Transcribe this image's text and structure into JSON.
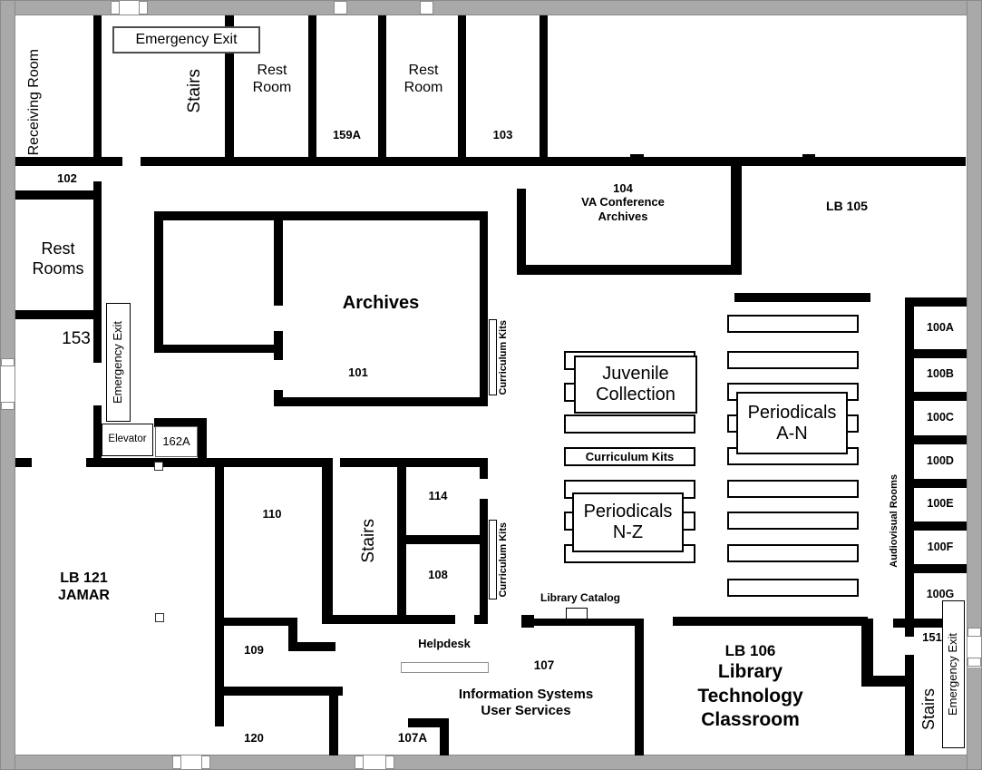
{
  "colors": {
    "wall": "#000000",
    "outer_border": "#a9a9a9",
    "background": "#ffffff"
  },
  "rooms": {
    "receiving_room": "Receiving Room",
    "r102": "102",
    "rest_rooms": "Rest Rooms",
    "r153": "153",
    "stairs_top": "Stairs",
    "rest_room_left": "Rest Room",
    "r159a": "159A",
    "rest_room_right": "Rest Room",
    "r103": "103",
    "r104": "104",
    "r104_name_1": "VA Conference",
    "r104_name_2": "Archives",
    "lb105": "LB 105",
    "archives": "Archives",
    "r101": "101",
    "elevator": "Elevator",
    "r162a": "162A",
    "lb121_1": "LB 121",
    "lb121_2": "JAMAR",
    "r110": "110",
    "r109": "109",
    "r120": "120",
    "stairs_mid": "Stairs",
    "r114": "114",
    "r108": "108",
    "r107": "107",
    "r107a": "107A",
    "info_1": "Information Systems",
    "info_2": "User Services",
    "lb106": "LB 106",
    "lb106_name": "Library Technology Classroom",
    "r151": "151",
    "stairs_br": "Stairs",
    "audiovisual": "Audiovisual Rooms",
    "r100a": "100A",
    "r100b": "100B",
    "r100c": "100C",
    "r100d": "100D",
    "r100e": "100E",
    "r100f": "100F",
    "r100g": "100G"
  },
  "features": {
    "emergency_exit_top": "Emergency Exit",
    "emergency_exit_left": "Emergency Exit",
    "emergency_exit_bottom": "Emergency Exit",
    "helpdesk": "Helpdesk",
    "library_catalog": "Library Catalog",
    "curriculum_kits_left": "Curriculum Kits",
    "curriculum_kits_shelf": "Curriculum Kits",
    "curriculum_kits_mid": "Curriculum Kits",
    "juvenile_collection": "Juvenile Collection",
    "periodicals_an": "Periodicals A-N",
    "periodicals_nz": "Periodicals N-Z"
  }
}
